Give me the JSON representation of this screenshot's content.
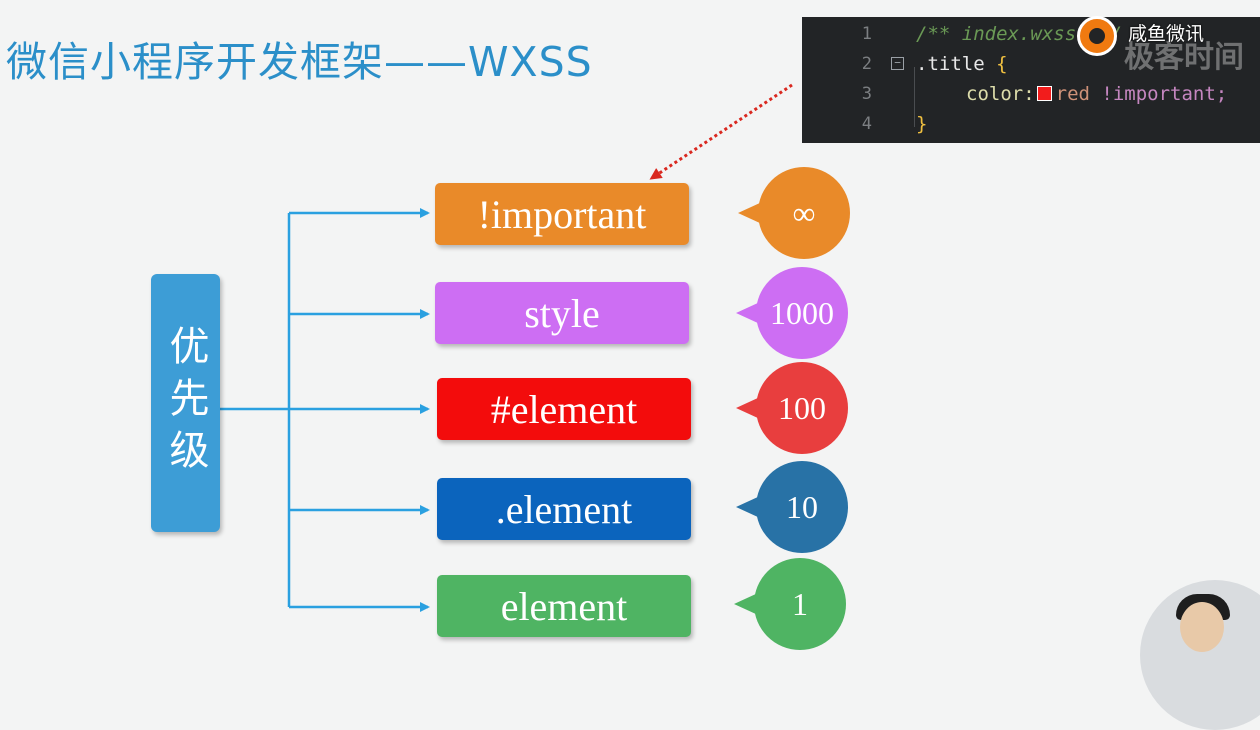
{
  "slide": {
    "title": "微信小程序开发框架——WXSS"
  },
  "code_panel": {
    "lines": [
      {
        "num": "1",
        "comment": "/** index.wxss **/"
      },
      {
        "num": "2",
        "selector": ".title",
        "brace": "{"
      },
      {
        "num": "3",
        "property": "color:",
        "value": "red",
        "keyword": "!important;"
      },
      {
        "num": "4",
        "brace": "}"
      }
    ],
    "watermark_text": "咸鱼微讯",
    "watermark_text2": "极客时间"
  },
  "diagram": {
    "root_label": "优先级",
    "items": [
      {
        "label": "!important",
        "weight": "∞",
        "color": "#e98a29"
      },
      {
        "label": "style",
        "weight": "1000",
        "color": "#cd6ef3"
      },
      {
        "label": "#element",
        "weight": "100",
        "color": "#f30c0c"
      },
      {
        "label": ".element",
        "weight": "10",
        "color": "#0b64bd"
      },
      {
        "label": "element",
        "weight": "1",
        "color": "#4fb463"
      }
    ],
    "bubble_colors": [
      "#e98a29",
      "#cd6ef3",
      "#e83e3e",
      "#2872a6",
      "#4fb463"
    ],
    "connector_color": "#2aa0e0",
    "pointer_color": "#d9281f"
  },
  "icons": {
    "watermark": "app-logo-icon",
    "presenter": "presenter-avatar"
  }
}
